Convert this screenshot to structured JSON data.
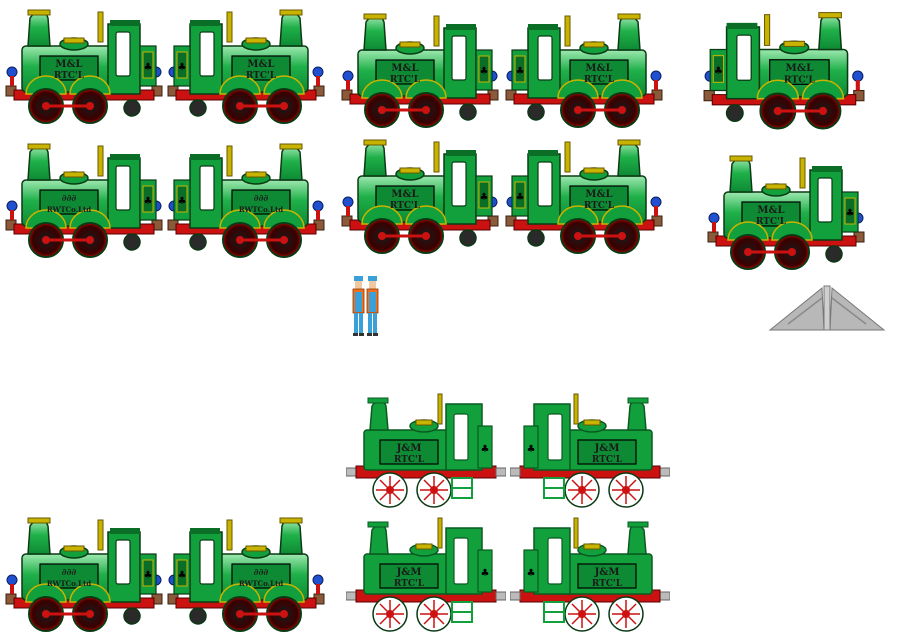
{
  "sheet": {
    "background": "#ffffff",
    "colors": {
      "body_green": "#12a03c",
      "dark_green": "#0b6e27",
      "light_green": "#7fd89a",
      "brass": "#c8b400",
      "wheel_red": "#b00000",
      "buffer_red": "#cc1111",
      "outline": "#0a3a14",
      "plate": "#0d8a33",
      "plate_border": "#000000",
      "crew_orange": "#f07020",
      "crew_blue": "#3aa0d8",
      "ramp_grey": "#b8b8b8"
    }
  },
  "plates": {
    "mlr": [
      "M&L",
      "RTC'L"
    ],
    "kvr": [
      "∂∂∂",
      "RWTCo.Ltd"
    ],
    "jm": [
      "J&M",
      "RTC'L"
    ]
  },
  "icons": {
    "loco": "steam-locomotive-icon",
    "crew": "crew-figure-icon",
    "ramp": "rerailer-ramp-icon"
  }
}
